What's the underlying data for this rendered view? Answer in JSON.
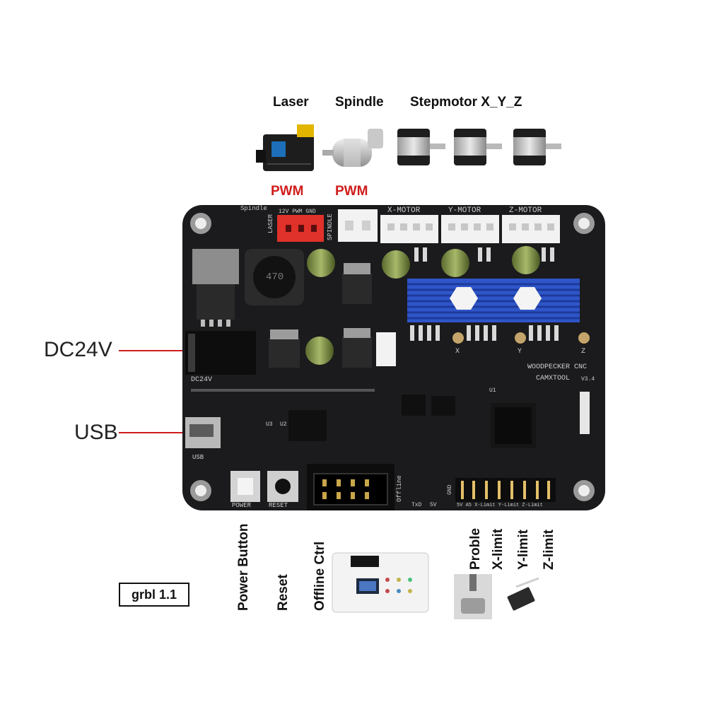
{
  "labels": {
    "laser": "Laser",
    "spindle": "Spindle",
    "stepmotor": "Stepmotor X_Y_Z",
    "laser_pwm": "PWM",
    "spindle_pwm": "PWM",
    "dc24v": "DC24V",
    "usb": "USB",
    "power_button": "Power Button",
    "reset": "Reset",
    "offline_ctrl": "Offline Ctrl",
    "probe": "Proble",
    "x_limit": "X-limit",
    "y_limit": "Y-limit",
    "z_limit": "Z-limit",
    "firmware": "grbl 1.1"
  },
  "board_silk": {
    "laser": "LASER",
    "spindle_conn": "SPINDLE",
    "laser_pins": "12V PWM GND",
    "spindle_top": "Spindle",
    "x_motor": "X-MOTOR",
    "y_motor": "Y-MOTOR",
    "z_motor": "Z-MOTOR",
    "brand1": "WOODPECKER CNC",
    "brand2": "CAMXTOOL",
    "version": "V3.4",
    "dc24v": "DC24V",
    "usb": "USB",
    "power": "POWER",
    "reset": "RESET",
    "offline": "Offline",
    "txd": "TxD",
    "fivev": "5V",
    "gnd": "GND",
    "limits": "5V A5 X-Limit Y-Limit Z-Limit",
    "inductor": "470",
    "u1": "U1",
    "u2": "U2",
    "u3": "U3",
    "x_pot": "X",
    "y_pot": "Y",
    "z_pot": "Z"
  },
  "colors": {
    "board": "#1b1b1d",
    "heatsink": "#2f55c9",
    "laser_connector": "#e0322a",
    "callout_line": "#d01c1c",
    "white_connector": "#f2f2f2"
  }
}
